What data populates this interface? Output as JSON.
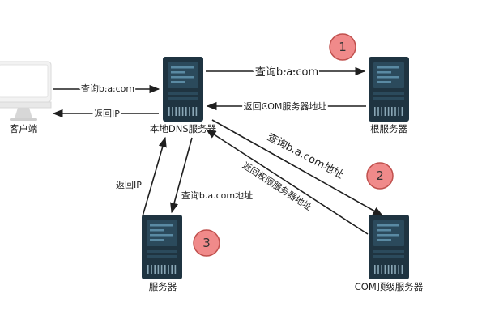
{
  "nodes": {
    "client": {
      "label": "客户端"
    },
    "local_dns": {
      "label": "本地DNS服务器"
    },
    "root": {
      "label": "根服务器"
    },
    "com_tld": {
      "label": "COM顶级服务器"
    },
    "auth": {
      "label": "服务器"
    }
  },
  "edges": {
    "client_to_local": "查询b.a.com",
    "local_to_client": "返回IP",
    "local_to_root": "查询b.a.com",
    "root_to_local": "返回COM服务器地址",
    "local_to_com": "查询b.a.com地址",
    "com_to_local": "返回权限服务器地址",
    "local_to_auth": "查询b.a.com地址",
    "auth_to_local": "返回IP"
  },
  "badges": [
    "1",
    "2",
    "3"
  ],
  "colors": {
    "server_body": "#1f3441",
    "server_panel": "#2b4a5c",
    "server_line": "#5a8aa3",
    "badge_fill": "#f08a8a",
    "badge_stroke": "#c0504d",
    "arrow": "#1f1f1f",
    "monitor_frame": "#e6e6e6"
  },
  "icons": [
    "server-icon",
    "monitor-icon",
    "step-badge"
  ]
}
